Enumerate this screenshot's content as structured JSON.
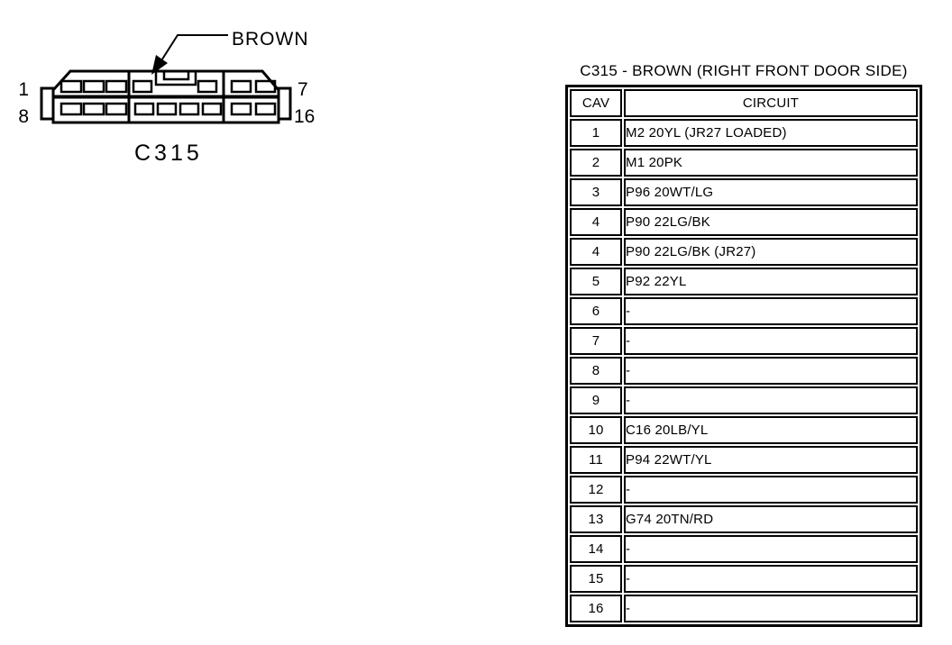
{
  "diagram": {
    "connector_label": "C315",
    "wire_color_label": "BROWN",
    "pin_top_first": "1",
    "pin_top_last": "7",
    "pin_bottom_first": "8",
    "pin_bottom_last": "16"
  },
  "table": {
    "title": "C315 - BROWN (RIGHT FRONT DOOR SIDE)",
    "columns": [
      "CAV",
      "CIRCUIT"
    ],
    "rows": [
      {
        "cav": "1",
        "circuit": "M2 20YL (JR27 LOADED)"
      },
      {
        "cav": "2",
        "circuit": "M1 20PK"
      },
      {
        "cav": "3",
        "circuit": "P96 20WT/LG"
      },
      {
        "cav": "4",
        "circuit": "P90 22LG/BK"
      },
      {
        "cav": "4",
        "circuit": "P90 22LG/BK (JR27)"
      },
      {
        "cav": "5",
        "circuit": "P92 22YL"
      },
      {
        "cav": "6",
        "circuit": "-"
      },
      {
        "cav": "7",
        "circuit": "-"
      },
      {
        "cav": "8",
        "circuit": "-"
      },
      {
        "cav": "9",
        "circuit": "-"
      },
      {
        "cav": "10",
        "circuit": "C16 20LB/YL"
      },
      {
        "cav": "11",
        "circuit": "P94 22WT/YL"
      },
      {
        "cav": "12",
        "circuit": "-"
      },
      {
        "cav": "13",
        "circuit": "G74 20TN/RD"
      },
      {
        "cav": "14",
        "circuit": "-"
      },
      {
        "cav": "15",
        "circuit": "-"
      },
      {
        "cav": "16",
        "circuit": "-"
      }
    ]
  },
  "colors": {
    "ink": "#000000",
    "paper": "#ffffff"
  }
}
